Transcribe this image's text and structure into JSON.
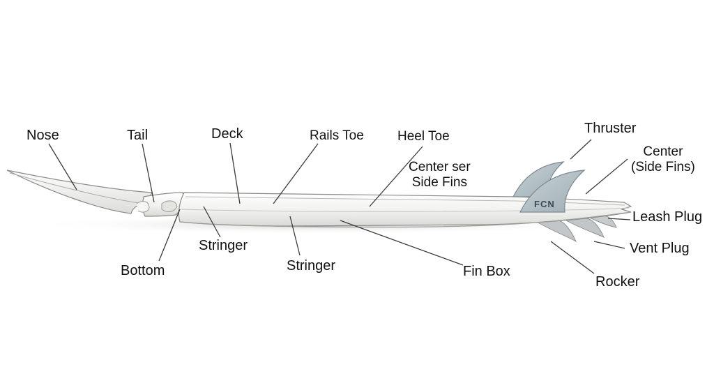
{
  "labels": {
    "nose": "Nose",
    "tail": "Tail",
    "deck": "Deck",
    "rails_toe": "Rails Toe",
    "heel_toe": "Heel  Toe",
    "center_ser_line1": "Center ser",
    "center_ser_line2": "Side Fins",
    "thruster": "Thruster",
    "center_side_line1": "Center",
    "center_side_line2": "(Side Fins)",
    "leash_plug": "Leash Plug",
    "vent_plug": "Vent Plug",
    "rocker": "Rocker",
    "fin_box": "Fin Box",
    "stringer_left": "Stringer",
    "stringer_mid": "Stringer",
    "bottom": "Bottom"
  },
  "fin_logo": "FCN",
  "colors": {
    "fin_fill": "#b7c3c8",
    "fin_stroke": "#7b8a92",
    "board_fill": "#f2f2f0",
    "board_stroke": "#8a8a88",
    "shadow": "#d4d4d2"
  }
}
